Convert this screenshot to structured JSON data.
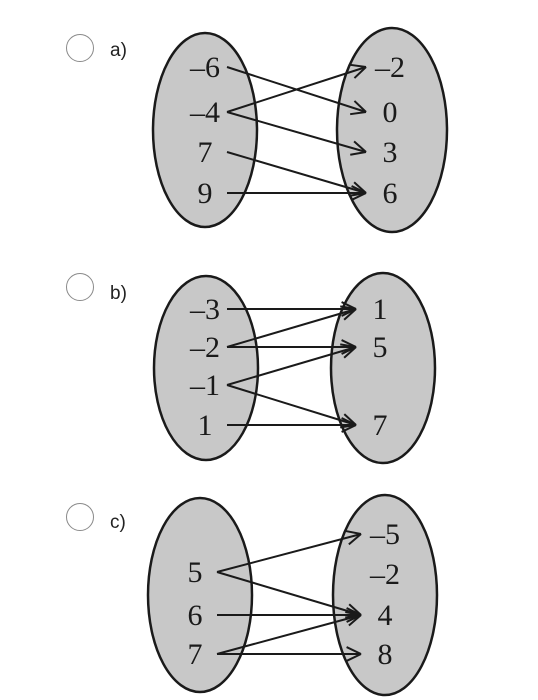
{
  "options": [
    {
      "label": "a)",
      "domain": [
        "–6",
        "–4",
        "7",
        "9"
      ],
      "range": [
        "–2",
        "0",
        "3",
        "6"
      ],
      "arrows": [
        [
          0,
          1
        ],
        [
          1,
          0
        ],
        [
          1,
          2
        ],
        [
          2,
          3
        ],
        [
          3,
          3
        ]
      ]
    },
    {
      "label": "b)",
      "domain": [
        "–3",
        "–2",
        "–1",
        "1"
      ],
      "range": [
        "1",
        "5",
        "7"
      ],
      "arrows": [
        [
          0,
          0
        ],
        [
          1,
          0
        ],
        [
          1,
          1
        ],
        [
          2,
          1
        ],
        [
          2,
          2
        ],
        [
          3,
          2
        ]
      ]
    },
    {
      "label": "c)",
      "domain": [
        "5",
        "6",
        "7"
      ],
      "range": [
        "–5",
        "–2",
        "4",
        "8"
      ],
      "arrows": [
        [
          0,
          0
        ],
        [
          0,
          2
        ],
        [
          1,
          2
        ],
        [
          2,
          2
        ],
        [
          2,
          3
        ]
      ]
    }
  ]
}
